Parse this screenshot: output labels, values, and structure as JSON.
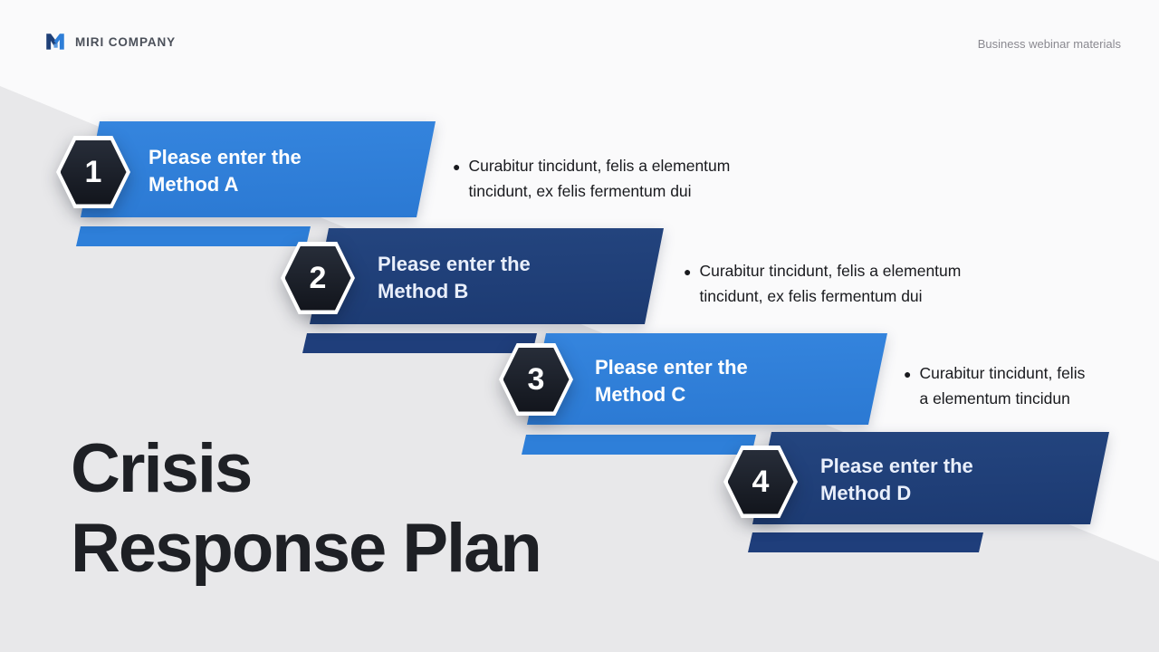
{
  "header": {
    "brand": "MIRI COMPANY",
    "note": "Business webinar materials"
  },
  "title": {
    "line1": "Crisis",
    "line2": "Response Plan"
  },
  "glyphs": {
    "bullet": "●"
  },
  "steps": [
    {
      "number": "1",
      "heading_line1": "Please enter the",
      "heading_line2": "Method A",
      "bullet_line1": "Curabitur tincidunt, felis a elementum",
      "bullet_line2": "tincidunt, ex felis fermentum dui"
    },
    {
      "number": "2",
      "heading_line1": "Please enter the",
      "heading_line2": "Method B",
      "bullet_line1": "Curabitur tincidunt, felis a elementum",
      "bullet_line2": "tincidunt, ex felis fermentum dui"
    },
    {
      "number": "3",
      "heading_line1": "Please enter the",
      "heading_line2": "Method C",
      "bullet_line1": "Curabitur tincidunt, felis",
      "bullet_line2": "a elementum tincidun"
    },
    {
      "number": "4",
      "heading_line1": "Please enter the",
      "heading_line2": "Method D"
    }
  ],
  "colors": {
    "light_blue": "#2e7fd9",
    "navy": "#1f3e7b",
    "hex_badge": "#171c24",
    "bg_gray": "#e8e8ea",
    "bg_light": "#fafafb",
    "title_text": "#1e2025"
  }
}
